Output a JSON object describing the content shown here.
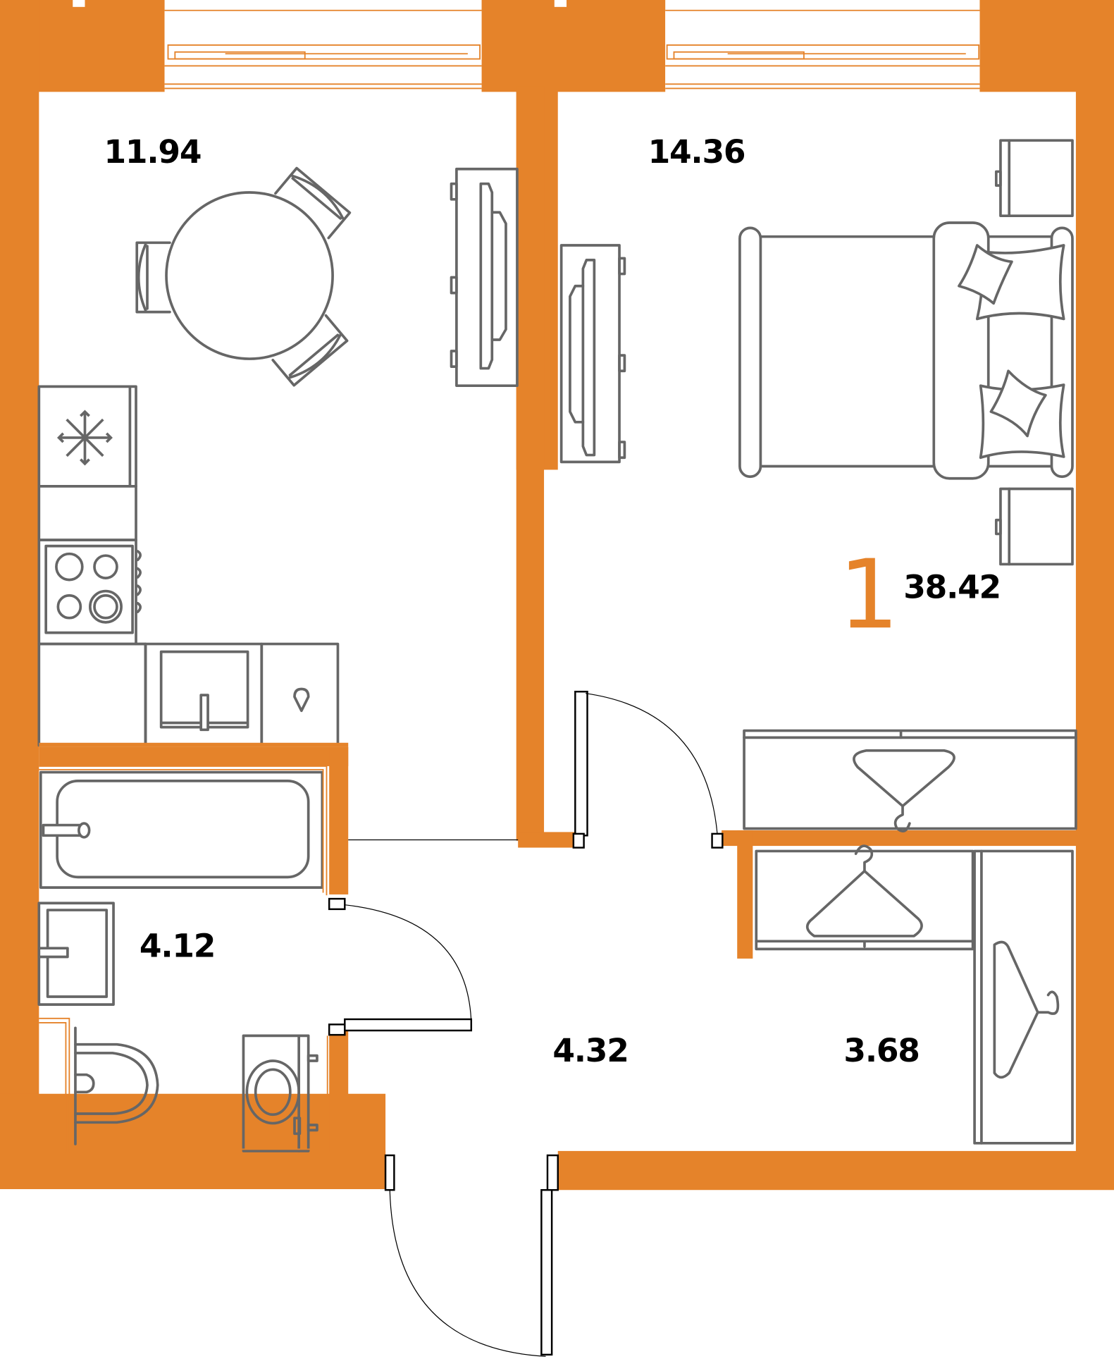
{
  "plan": {
    "title": "Apartment floor plan",
    "rooms_count": "1",
    "total_area": "38.42",
    "colors": {
      "walls": "#E5832A",
      "furniture": "#666666",
      "doors": "#000000",
      "text": "#000000",
      "accent": "#E5832A"
    },
    "rooms": [
      {
        "id": "kitchen",
        "area": "11.94"
      },
      {
        "id": "bedroom",
        "area": "14.36"
      },
      {
        "id": "bathroom",
        "area": "4.12"
      },
      {
        "id": "hallway",
        "area": "4.32"
      },
      {
        "id": "wardrobe",
        "area": "3.68"
      }
    ],
    "furniture": [
      "dining-table",
      "dining-chair",
      "tv-stand",
      "refrigerator",
      "stove",
      "sink",
      "kitchen-counter",
      "double-bed",
      "pillow",
      "nightstand",
      "wardrobe",
      "bathtub",
      "washbasin",
      "toilet",
      "washing-machine"
    ],
    "icons": [
      "snowflake-icon",
      "hanger-icon",
      "water-drop-icon"
    ]
  }
}
